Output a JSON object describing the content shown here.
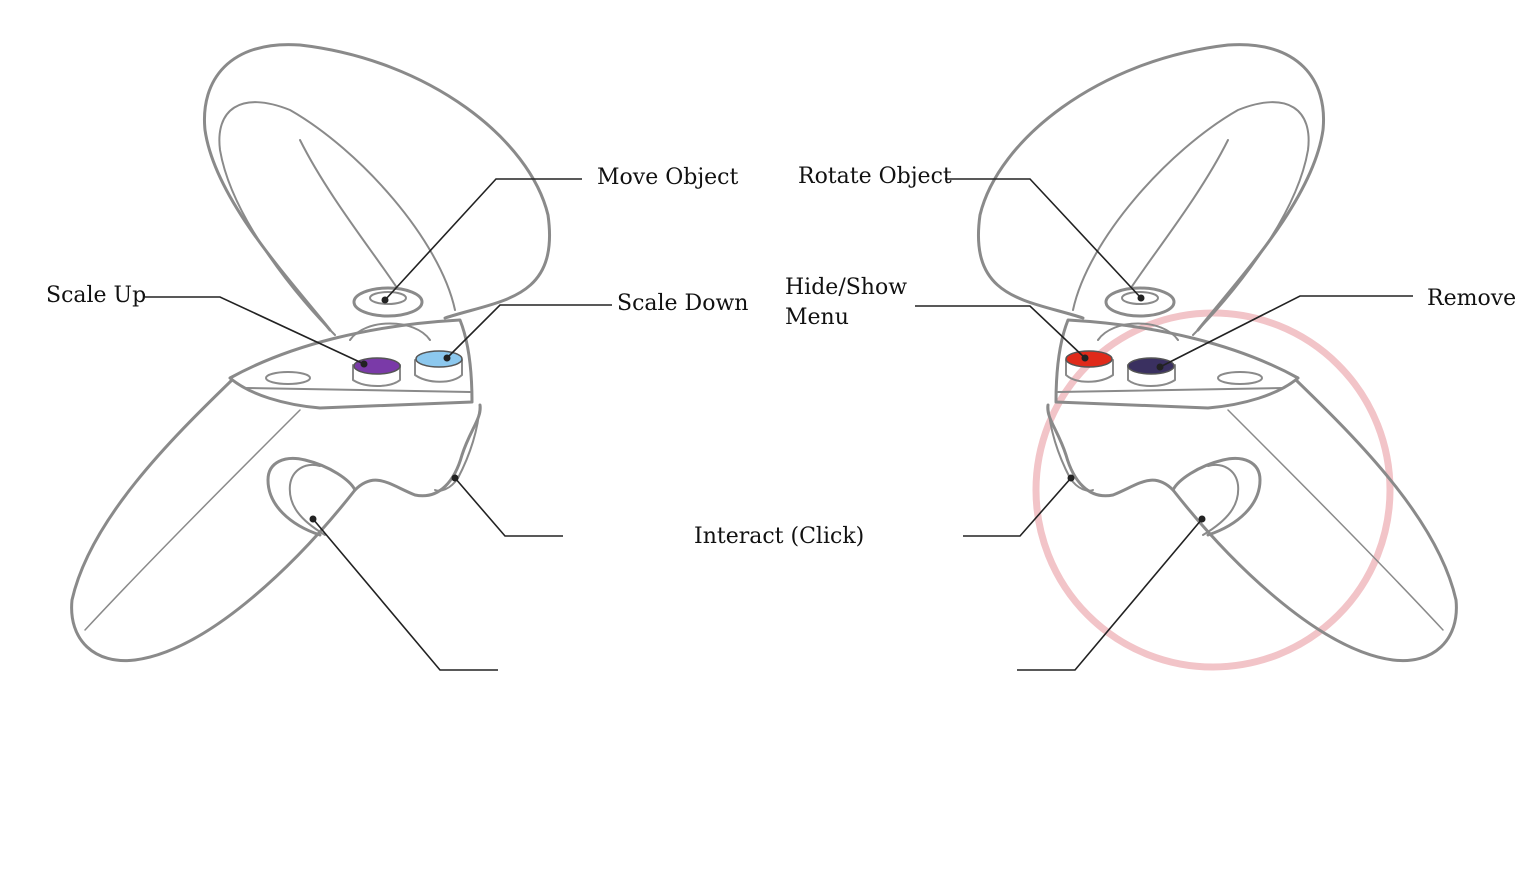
{
  "labels": {
    "move_object": "Move Object",
    "scale_up": "Scale Up",
    "scale_down": "Scale Down",
    "rotate_object": "Rotate Object",
    "hide_show_line1": "Hide/Show",
    "hide_show_line2": "Menu",
    "remove": "Remove",
    "interact": "Interact (Click)"
  },
  "colors": {
    "controller_outline": "#8a8a8a",
    "leader_line": "#222222",
    "scale_up_button": "#7a3aa8",
    "scale_down_button": "#8cc8ee",
    "hide_show_button": "#e02a1a",
    "remove_button": "#3a3060",
    "highlight_ring": "#f2c4c8"
  }
}
